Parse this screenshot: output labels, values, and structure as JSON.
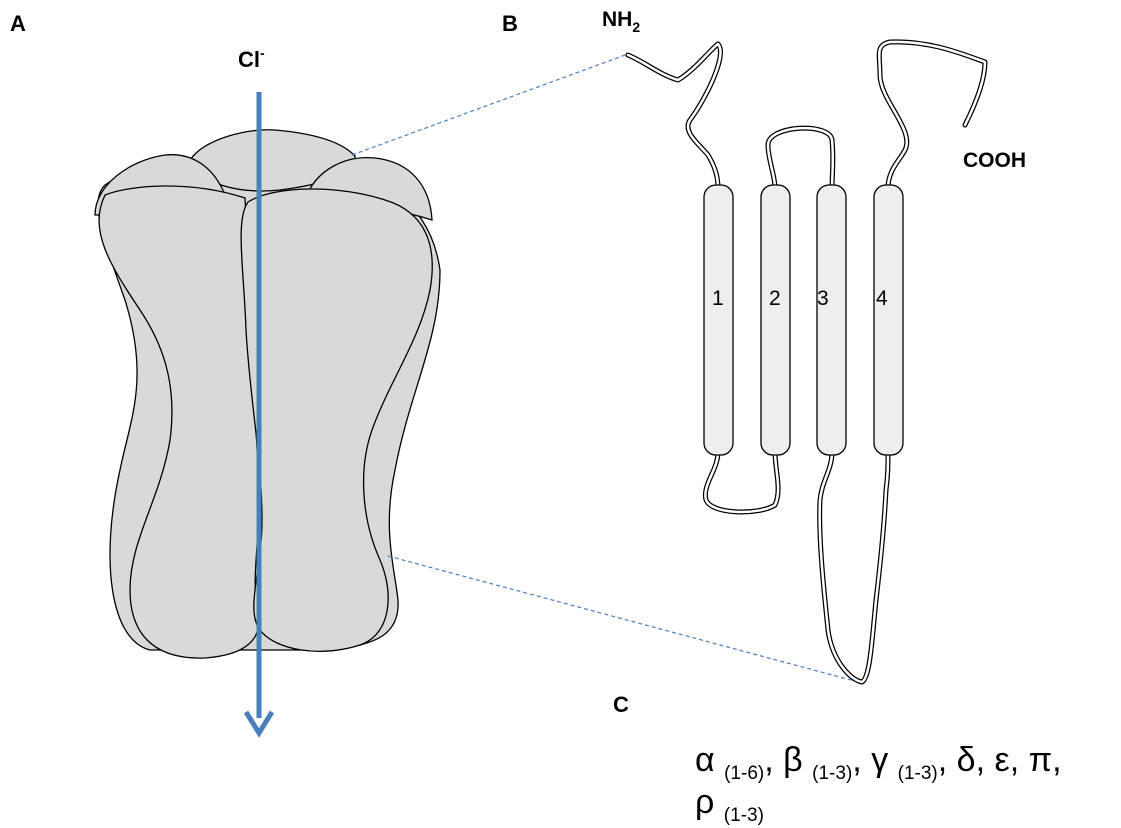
{
  "panels": {
    "a": "A",
    "b": "B",
    "c": "C"
  },
  "ion": {
    "symbol": "Cl",
    "charge": "-",
    "arrow_color": "#4a7ebb"
  },
  "termini": {
    "n_base": "NH",
    "n_sub": "2",
    "c": "COOH"
  },
  "helices": [
    "1",
    "2",
    "3",
    "4"
  ],
  "subunits": {
    "line1": [
      {
        "greek": "α",
        "range": "(1-6)",
        "sep": ","
      },
      {
        "greek": "β",
        "range": "(1-3)",
        "sep": ","
      },
      {
        "greek": "γ",
        "range": "(1-3)",
        "sep": ","
      },
      {
        "greek": "δ",
        "range": "",
        "sep": ","
      },
      {
        "greek": "ε",
        "range": "",
        "sep": ","
      },
      {
        "greek": "π",
        "range": "",
        "sep": ","
      }
    ],
    "line2": [
      {
        "greek": "ρ",
        "range": "(1-3)",
        "sep": ""
      }
    ]
  },
  "colors": {
    "channel_fill": "#d9d9d9",
    "helix_fill": "#eeeeee",
    "outline": "#000000",
    "guide_line": "#4a7ebb"
  }
}
